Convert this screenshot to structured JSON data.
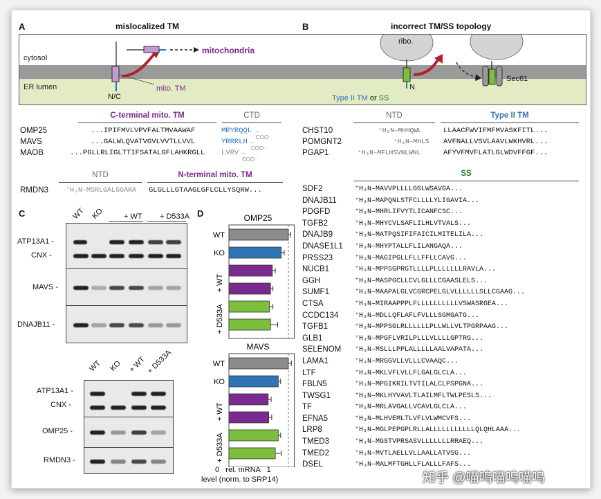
{
  "panelA": {
    "letter": "A",
    "title": "mislocalized TM",
    "cytosol": "cytosol",
    "er_lumen": "ER lumen",
    "mito_label": "mitochondria",
    "nc_label": "N/C",
    "mitotm_label": "mito. TM",
    "cterm_header": "C-terminal mito. TM",
    "ctd_header": "CTD",
    "rows": [
      {
        "gene": "OMP25",
        "seq": "...IPIFMVLVPVFALTMVAAWAF",
        "tail": "MRYRQQL",
        "coo": "–COO⁻"
      },
      {
        "gene": "MAVS",
        "seq": "...GALWLQVATVGVLVVTLLVVL",
        "tail": "YRRRLH",
        "coo": "–COO⁻"
      },
      {
        "gene": "MAOB",
        "seq": "...PGLLRLIGLTTIFSATALGFLAHKRGLL",
        "tail": "LVRV",
        "coo": "–COO⁻"
      }
    ],
    "ntd_header": "NTD",
    "nterm_header": "N-terminal mito. TM",
    "rmdn3": {
      "gene": "RMDN3",
      "nterm": "⁺H₃N–MSRLGALGGARA",
      "seq": "GLGLLLGTAAGLGFLCLLYSQRW..."
    }
  },
  "panelB": {
    "letter": "B",
    "title": "incorrect TM/SS topology",
    "ribo": "ribo.",
    "sec61": "Sec61",
    "typeii": "Type II TM",
    "or": "or",
    "ss": "SS",
    "n": "N",
    "ntd_header": "NTD",
    "typeii_header": "Type II TM",
    "typeii_rows": [
      {
        "gene": "CHST10",
        "nterm": "⁺H₃N–MHHQWL",
        "seq": "LLAACFWVIFMFMVASKFITL..."
      },
      {
        "gene": "POMGNT2",
        "nterm": "⁺H₃N–MHLS",
        "seq": "AVFNALLVSVLAAVLWKHVRL..."
      },
      {
        "gene": "PGAP1",
        "nterm": "⁺H₃N–MFLHSVNLWNL",
        "seq": "AFYVFMVFLATLGLWDVFFGF..."
      }
    ],
    "ss_header": "SS",
    "ss_rows": [
      {
        "gene": "SDF2",
        "seq": "⁺H₃N–MAVVPLLLLGGLWSAVGA..."
      },
      {
        "gene": "DNAJB11",
        "seq": "⁺H₃N–MAPQNLSTFCLLLLYLIGAVIA..."
      },
      {
        "gene": "PDGFD",
        "seq": "⁺H₃N–MHRLIFVYTLICANFCSC..."
      },
      {
        "gene": "TGFB2",
        "seq": "⁺H₃N–MHYCVLSAFLILHLVTVALS..."
      },
      {
        "gene": "DNAJB9",
        "seq": "⁺H₃N–MATPQSIFIFAICILMITELILA..."
      },
      {
        "gene": "DNASE1L1",
        "seq": "⁺H₃N–MHYPTALLFLILANGAQA..."
      },
      {
        "gene": "PRSS23",
        "seq": "⁺H₃N–MAGIPGLLFLLFFLLCAVG..."
      },
      {
        "gene": "NUCB1",
        "seq": "⁺H₃N–MPPSGPRGTLLLLPLLLLLLLRAVLA..."
      },
      {
        "gene": "GGH",
        "seq": "⁺H₃N–MASPGCLLCVLGLLLCGAASLELS..."
      },
      {
        "gene": "SUMF1",
        "seq": "⁺H₃N–MAAPALGLVCGRCPELGLVLLLLLLSLLCGAAG..."
      },
      {
        "gene": "CTSA",
        "seq": "⁺H₃N–MIRAAPPPLFLLLLLLLLLLVSWASRGEA..."
      },
      {
        "gene": "CCDC134",
        "seq": "⁺H₃N–MDLLQFLAFLFVLLLSGMGATG..."
      },
      {
        "gene": "TGFB1",
        "seq": "⁺H₃N–MPPSGLRLLLLLLPLLWLLVLTPGRPAAG..."
      },
      {
        "gene": "GLB1",
        "seq": "⁺H₃N–MPGFLVRILPLLLVLLLLGPTRG..."
      },
      {
        "gene": "SELENOM",
        "seq": "⁺H₃N–MSLLLPPLALLLLLAALVAPATA..."
      },
      {
        "gene": "LAMA1",
        "seq": "⁺H₃N–MRGGVLLVLLLCVAAQC..."
      },
      {
        "gene": "LTF",
        "seq": "⁺H₃N–MKLVFLVLLFLGALGLCLA..."
      },
      {
        "gene": "FBLN5",
        "seq": "⁺H₃N–MPGIKRILTVTILALCLPSPGNA..."
      },
      {
        "gene": "TWSG1",
        "seq": "⁺H₃N–MKLHYVAVLTLAILMFLTWLPESLS..."
      },
      {
        "gene": "TF",
        "seq": "⁺H₃N–MRLAVGALLVCAVLGLCLA..."
      },
      {
        "gene": "EFNA5",
        "seq": "⁺H₃N–MLHVEMLTLVFLVLWMCVFS..."
      },
      {
        "gene": "LRP8",
        "seq": "⁺H₃N–MGLPEPGPLRLLALLLLLLLLLLLQLQHLAAA..."
      },
      {
        "gene": "TMED3",
        "seq": "⁺H₃N–MGSTVPRSASVLLLLLLLRRAEQ..."
      },
      {
        "gene": "TMED2",
        "seq": "⁺H₃N–MVTLAELLVLLAALLATVSG..."
      },
      {
        "gene": "DSEL",
        "seq": "⁺H₃N–MALMFTGHLLFLALLLFAFS..."
      }
    ]
  },
  "panelC": {
    "letter": "C",
    "lanes_top": [
      "WT",
      "KO",
      "+ WT",
      "+ D533A"
    ],
    "blot1_labels": [
      "ATP13A1 -",
      "CNX -"
    ],
    "blot2_label": "MAVS -",
    "blot3_label": "DNAJB11 -",
    "lanes_bottom": [
      "WT",
      "KO",
      "+ WT",
      "+ D533A"
    ],
    "blot4_labels": [
      "ATP13A1 -",
      "CNX -"
    ],
    "blot5_label": "OMP25 -",
    "blot6_label": "RMDN3 -"
  },
  "panelD": {
    "letter": "D",
    "xlabel1": "0   rel. mRNA   1",
    "xlabel2": "level (norm. to SRP14)"
  },
  "chart_data": [
    {
      "type": "bar",
      "title": "OMP25",
      "categories": [
        "WT",
        "KO",
        "+ WT",
        "+ WT",
        "+ D533A",
        "+ D533A"
      ],
      "values": [
        1.0,
        0.88,
        0.73,
        0.7,
        0.68,
        0.7
      ],
      "errors": [
        0.04,
        0.05,
        0.05,
        0.04,
        0.06,
        0.12
      ],
      "colors": [
        "#8c8c8c",
        "#2e75b6",
        "#7b2a8f",
        "#7b2a8f",
        "#7bbf3c",
        "#7bbf3c"
      ],
      "xlim": [
        0,
        1.1
      ]
    },
    {
      "type": "bar",
      "title": "MAVS",
      "categories": [
        "WT",
        "KO",
        "+ WT",
        "+ WT",
        "+ D533A",
        "+ D533A"
      ],
      "values": [
        1.0,
        0.83,
        0.66,
        0.67,
        0.83,
        0.78
      ],
      "errors": [
        0.05,
        0.04,
        0.05,
        0.05,
        0.04,
        0.1
      ],
      "colors": [
        "#8c8c8c",
        "#2e75b6",
        "#7b2a8f",
        "#7b2a8f",
        "#7bbf3c",
        "#7bbf3c"
      ],
      "xlim": [
        0,
        1.1
      ]
    }
  ],
  "watermark": "知乎 @喵呜喵呜喵呜"
}
